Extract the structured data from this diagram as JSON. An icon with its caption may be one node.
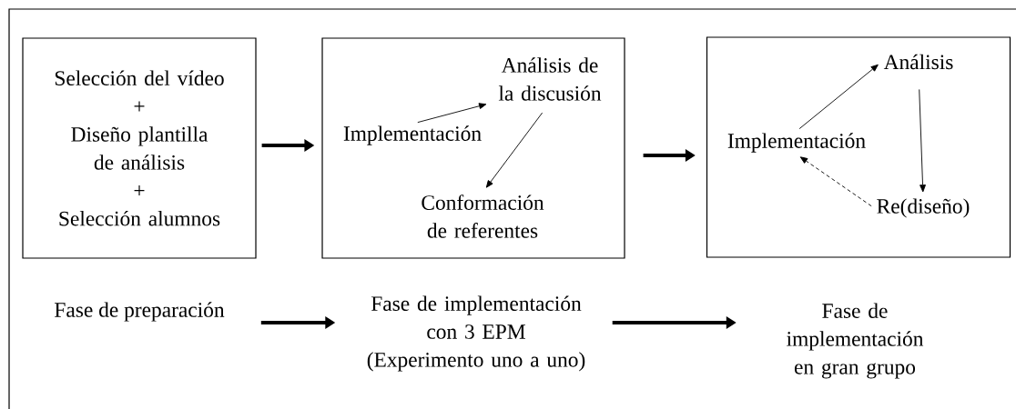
{
  "diagram": {
    "nodes": [
      {
        "text": [
          "Selección del vídeo",
          "+",
          "Diseño plantilla de análisis",
          "+",
          "Selección alumnos"
        ]
      },
      {
        "text": [],
        "shape": "box"
      },
      {
        "text": [
          "Implementación"
        ],
        "in": 1
      },
      {
        "text": [
          "Análisis de la discusión"
        ],
        "in": 1
      },
      {
        "text": [
          "Conformación de referentes"
        ],
        "in": 1
      },
      {
        "text": [],
        "shape": "box"
      },
      {
        "text": [
          "Implementación"
        ],
        "in": 5
      },
      {
        "text": [
          "Análisis"
        ],
        "in": 5
      },
      {
        "text": [
          "Re(diseño)"
        ],
        "in": 5
      },
      {
        "text": [
          "Fase de preparación"
        ]
      },
      {
        "text": [
          "Fase de implementación con 3 EPM",
          "(Experimento uno a uno)"
        ]
      },
      {
        "text": [
          "Fase de implementación en gran grupo"
        ]
      }
    ],
    "edges": [
      {
        "from": 0,
        "to": 1,
        "arrow": "to",
        "style": "thick"
      },
      {
        "from": 1,
        "to": 5,
        "arrow": "to",
        "style": "thick"
      },
      {
        "from": 2,
        "to": 3,
        "arrow": "to"
      },
      {
        "from": 3,
        "to": 4,
        "arrow": "to"
      },
      {
        "from": 6,
        "to": 7,
        "arrow": "to"
      },
      {
        "from": 7,
        "to": 8,
        "arrow": "to"
      },
      {
        "from": 8,
        "to": 6,
        "arrow": "to",
        "style": "dashed"
      },
      {
        "from": 9,
        "to": 10,
        "arrow": "to",
        "style": "thick"
      },
      {
        "from": 10,
        "to": 11,
        "arrow": "to",
        "style": "thick"
      }
    ]
  }
}
